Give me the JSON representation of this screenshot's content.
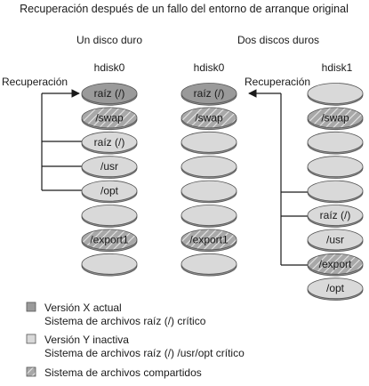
{
  "title": "Recuperación después de un fallo del entorno de arranque original",
  "groups": {
    "single": {
      "heading": "Un disco duro",
      "recovery_label": "Recuperación",
      "disk": {
        "name": "hdisk0",
        "slices": [
          {
            "label": "raíz (/)",
            "style": "dark"
          },
          {
            "label": "/swap",
            "style": "hatched"
          },
          {
            "label": "raíz (/)",
            "style": "light"
          },
          {
            "label": "/usr",
            "style": "light"
          },
          {
            "label": "/opt",
            "style": "light"
          },
          {
            "label": "",
            "style": "light"
          },
          {
            "label": "/export1",
            "style": "hatched"
          },
          {
            "label": "",
            "style": "light"
          }
        ]
      }
    },
    "double": {
      "heading": "Dos discos duros",
      "recovery_label": "Recuperación",
      "disks": [
        {
          "name": "hdisk0",
          "slices": [
            {
              "label": "raíz (/)",
              "style": "dark"
            },
            {
              "label": "/swap",
              "style": "hatched"
            },
            {
              "label": "",
              "style": "light"
            },
            {
              "label": "",
              "style": "light"
            },
            {
              "label": "",
              "style": "light"
            },
            {
              "label": "",
              "style": "light"
            },
            {
              "label": "/export1",
              "style": "hatched"
            },
            {
              "label": "",
              "style": "light"
            }
          ]
        },
        {
          "name": "hdisk1",
          "slices": [
            {
              "label": "",
              "style": "light"
            },
            {
              "label": "/swap",
              "style": "hatched"
            },
            {
              "label": "",
              "style": "light"
            },
            {
              "label": "",
              "style": "light"
            },
            {
              "label": "",
              "style": "light"
            },
            {
              "label": "raíz (/)",
              "style": "light"
            },
            {
              "label": "/usr",
              "style": "light"
            },
            {
              "label": "/export",
              "style": "hatched"
            },
            {
              "label": "/opt",
              "style": "light"
            }
          ]
        }
      ]
    }
  },
  "legend": [
    {
      "style": "dark",
      "line1": "Versión X actual",
      "line2": "Sistema de archivos raíz (/) crítico"
    },
    {
      "style": "light",
      "line1": "Versión Y inactiva",
      "line2": "Sistema de archivos raíz (/) /usr/opt crítico"
    },
    {
      "style": "hatched",
      "line1": "Sistema de archivos compartidos",
      "line2": ""
    }
  ],
  "colors": {
    "dark": "#9a9a9a",
    "light": "#d9d9d9",
    "hatched_bg": "#a8a8a8",
    "hatch_line": "#e6e6e6",
    "stroke": "#555555",
    "connector": "#1a1a1a"
  }
}
